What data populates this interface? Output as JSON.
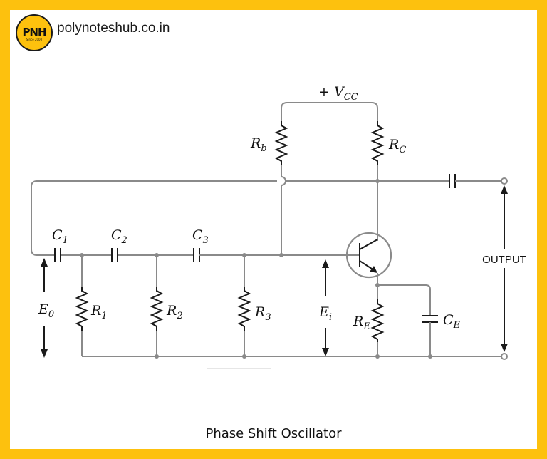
{
  "brand": {
    "logo_text": "PNH",
    "logo_sub": "Since 2000",
    "site_name": "polynoteshub.co.in"
  },
  "circuit": {
    "supply": {
      "base": "+ V",
      "sub": "CC"
    },
    "labels": {
      "rb": {
        "base": "R",
        "sub": "b"
      },
      "rc": {
        "base": "R",
        "sub": "C"
      },
      "c1": {
        "base": "C",
        "sub": "1"
      },
      "c2": {
        "base": "C",
        "sub": "2"
      },
      "c3": {
        "base": "C",
        "sub": "3"
      },
      "r1": {
        "base": "R",
        "sub": "1"
      },
      "r2": {
        "base": "R",
        "sub": "2"
      },
      "r3": {
        "base": "R",
        "sub": "3"
      },
      "e0": {
        "base": "E",
        "sub": "0"
      },
      "ei": {
        "base": "E",
        "sub": "i"
      },
      "re": {
        "base": "R",
        "sub": "E"
      },
      "ce": {
        "base": "C",
        "sub": "E"
      }
    },
    "output_label": "OUTPUT"
  },
  "caption": "Phase Shift Oscillator",
  "colors": {
    "frame": "#FDC10E",
    "wire": "#8a8a8a",
    "component": "#1a1a1a"
  }
}
